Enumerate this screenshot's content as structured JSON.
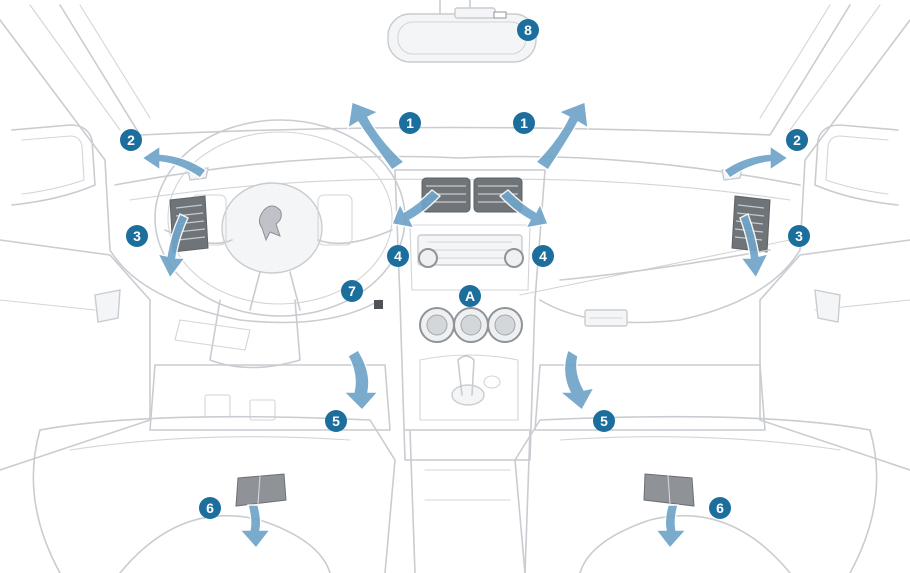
{
  "callouts": {
    "c1": "1",
    "c2": "2",
    "c3": "3",
    "c4": "4",
    "c5": "5",
    "c6": "6",
    "c7": "7",
    "c8": "8",
    "cA": "A"
  },
  "colors": {
    "callout_fill": "#1c6e9c",
    "airflow_arrow": "#6fa3c8",
    "line_art": "#c9ccd0",
    "vent": "#6f7479"
  },
  "icons": {
    "brand_logo": "peugeot-lion-icon"
  }
}
